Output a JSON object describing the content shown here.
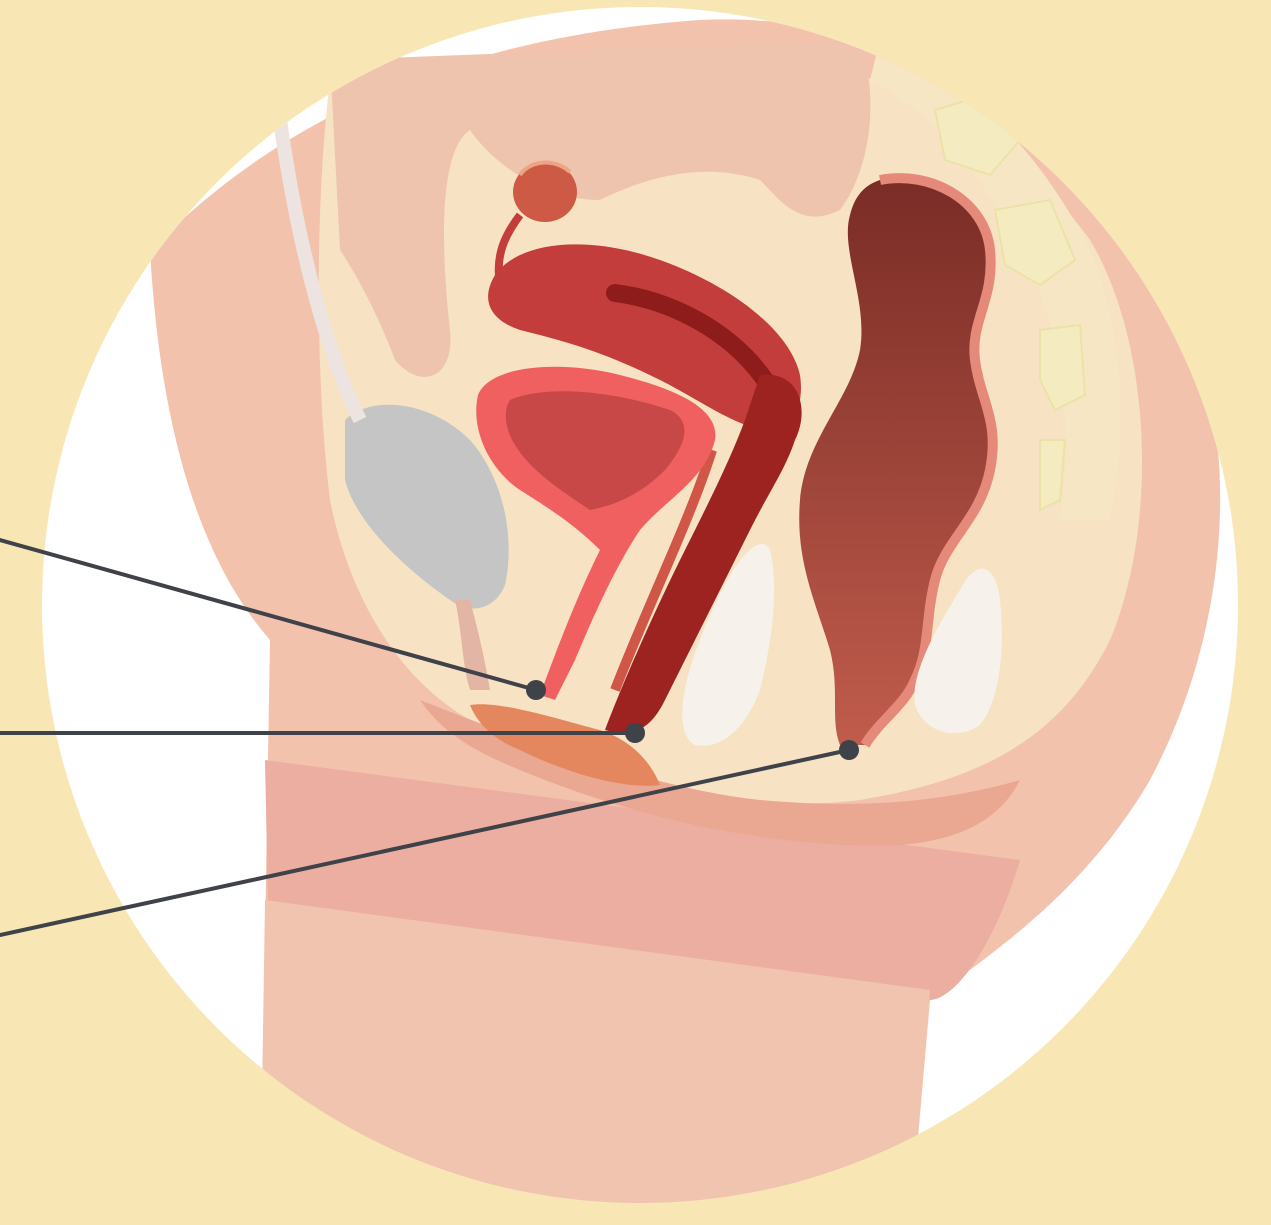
{
  "diagram": {
    "subject": "anatomy-pelvis-sagittal-section",
    "colors": {
      "background": "#f8e7b4",
      "circle_fill": "#ffffff",
      "skin": "#f3c2ad",
      "skin_dark": "#ebaea0",
      "fat_cream": "#f7e3c3",
      "uterus": "#c23d3b",
      "uterus_cavity": "#8e1c1a",
      "bladder_lining": "#f06060",
      "bladder_inner": "#c84848",
      "rectum": "#9b3f34",
      "rectum_light": "#d27262",
      "bone": "#f3ecc8",
      "pubic_bone": "#c5c5c5",
      "perineum": "#e4875e",
      "leader_line": "#3f4248",
      "leader_dot": "#3f4248"
    },
    "callouts": [
      {
        "id": "urethra",
        "icon": "leader-dot"
      },
      {
        "id": "vagina",
        "icon": "leader-dot"
      },
      {
        "id": "anus",
        "icon": "leader-dot"
      }
    ]
  }
}
